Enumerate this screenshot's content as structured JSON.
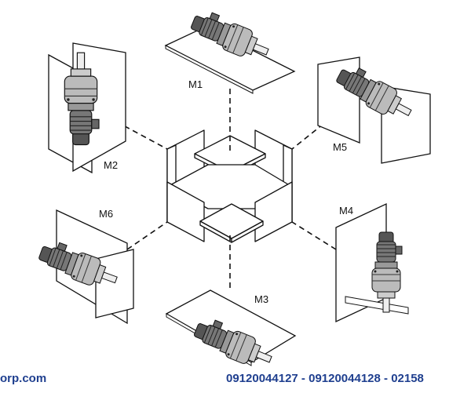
{
  "diagram": {
    "positions": [
      "M1",
      "M2",
      "M3",
      "M4",
      "M5",
      "M6"
    ]
  },
  "footer": {
    "website": "orp.com",
    "phones": "09120044127 - 09120044128 - 02158"
  }
}
